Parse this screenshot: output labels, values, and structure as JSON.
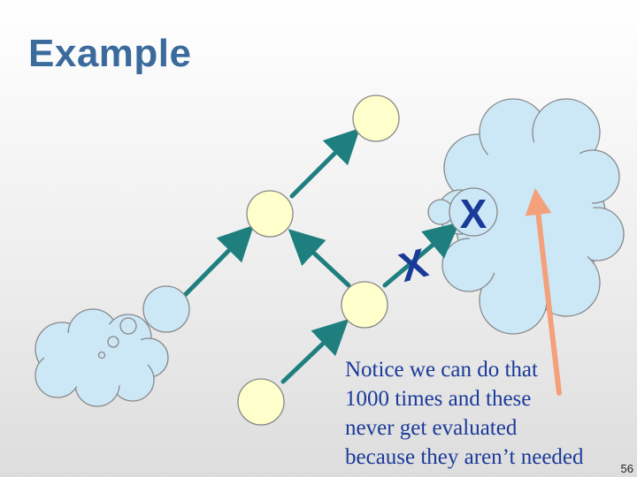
{
  "slide": {
    "title": "Example",
    "note": "Notice we can do that\n1000 times and these\nnever get evaluated\nbecause they aren’t needed",
    "page_number": "56"
  },
  "diagram": {
    "evaluated_node_marker": "X",
    "cut_edge_marker": "X"
  },
  "colors": {
    "title": "#3a6b9c",
    "node_fill": "#ffffcc",
    "cloud_fill": "#cce8f7",
    "edge": "#1f7f7f",
    "pointer_arrow": "#f4a07a",
    "marker": "#1a3a99"
  }
}
